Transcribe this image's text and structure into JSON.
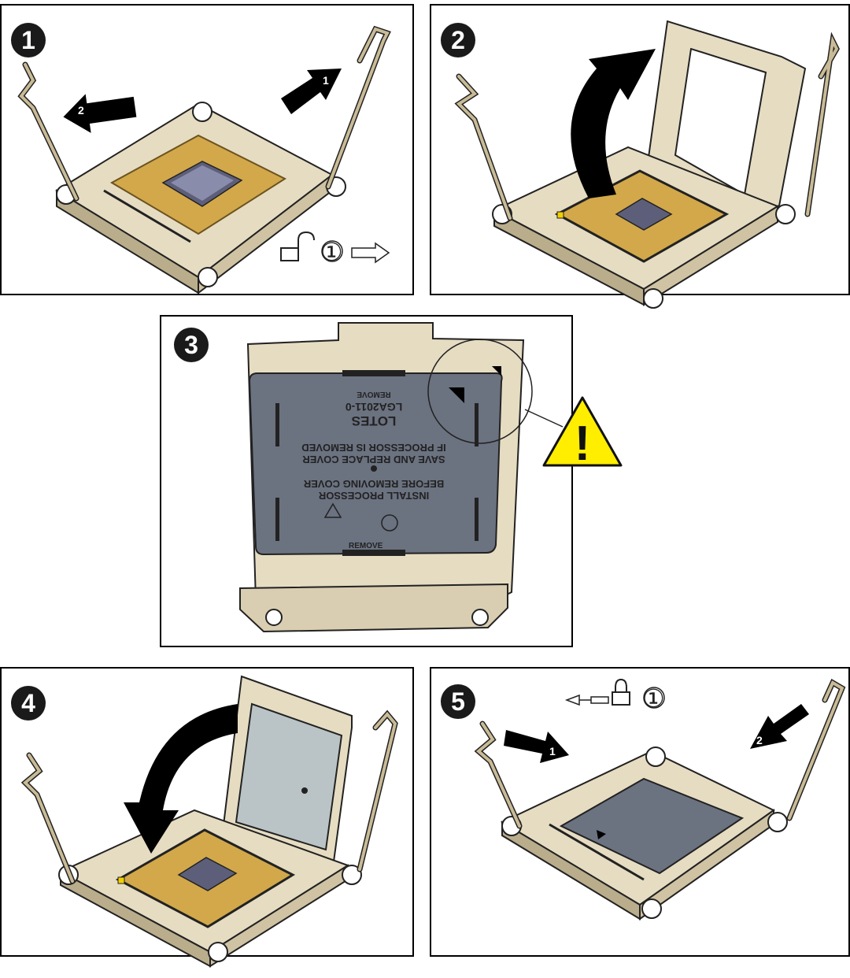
{
  "steps": [
    {
      "number": "1",
      "arrow_labels": [
        "1",
        "2"
      ],
      "hint": {
        "circled": "①"
      }
    },
    {
      "number": "2"
    },
    {
      "number": "3",
      "cover": {
        "top_label": "REMOVE",
        "model": "LGA2011-0",
        "brand": "LOTES",
        "line1": "SAVE AND REPLACE COVER",
        "line2": "IF PROCESSOR IS REMOVED",
        "line3": "INSTALL PROCESSOR",
        "line4": "BEFORE REMOVING COVER",
        "bottom_label": "REMOVE"
      }
    },
    {
      "number": "4"
    },
    {
      "number": "5",
      "arrow_labels": [
        "1",
        "2"
      ],
      "hint": {
        "circled": "①"
      }
    }
  ],
  "warning": {
    "symbol": "!",
    "color": "#ffee00"
  },
  "colors": {
    "frame": "#e6dcc2",
    "frame_dark": "#b9ad8c",
    "gold": "#d2a84a",
    "cover": "#6b7280",
    "arrow": "#000000"
  }
}
